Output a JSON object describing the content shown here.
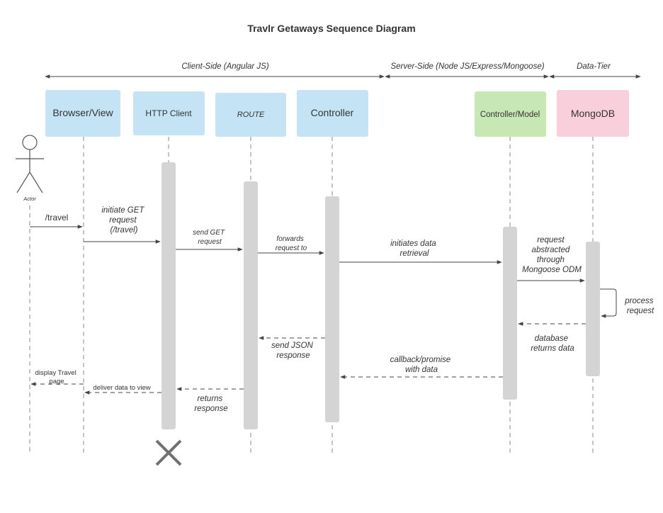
{
  "title": "Travlr Getaways Sequence Diagram",
  "tiers": [
    {
      "label": "Client-Side (Angular JS)"
    },
    {
      "label": "Server-Side (Node JS/Express/Mongoose)"
    },
    {
      "label": "Data-Tier"
    }
  ],
  "actor": {
    "label": "Actor"
  },
  "participants": [
    {
      "label": "Browser/View",
      "color": "#c4e4f6"
    },
    {
      "label": "HTTP Client",
      "color": "#c4e4f6"
    },
    {
      "label": "ROUTE",
      "color": "#c4e4f6"
    },
    {
      "label": "Controller",
      "color": "#c4e4f6"
    },
    {
      "label": "Controller/Model",
      "color": "#c7e8b5"
    },
    {
      "label": "MongoDB",
      "color": "#f9cfdc"
    }
  ],
  "messages": [
    {
      "lines": [
        "/travel"
      ],
      "type": "sync"
    },
    {
      "lines": [
        "initiate GET",
        "request",
        "(/travel)"
      ],
      "type": "sync"
    },
    {
      "lines": [
        "send GET",
        "request"
      ],
      "type": "sync"
    },
    {
      "lines": [
        "forwards",
        "request to"
      ],
      "type": "sync"
    },
    {
      "lines": [
        "initiates data",
        "retrieval"
      ],
      "type": "sync"
    },
    {
      "lines": [
        "request",
        "abstracted",
        "through",
        "Mongoose ODM"
      ],
      "type": "sync"
    },
    {
      "lines": [
        "process",
        "request"
      ],
      "type": "self"
    },
    {
      "lines": [
        "database",
        "returns data"
      ],
      "type": "return"
    },
    {
      "lines": [
        "callback/promise",
        "with data"
      ],
      "type": "return"
    },
    {
      "lines": [
        "send JSON",
        "response"
      ],
      "type": "return"
    },
    {
      "lines": [
        "returns",
        "response"
      ],
      "type": "return"
    },
    {
      "lines": [
        "deliver data to view"
      ],
      "type": "return"
    },
    {
      "lines": [
        "display Travel",
        "page"
      ],
      "type": "return"
    }
  ],
  "colors": {
    "activation": "#d4d4d4",
    "line": "#444444",
    "lifeline": "#888888",
    "destroy": "#707070"
  }
}
